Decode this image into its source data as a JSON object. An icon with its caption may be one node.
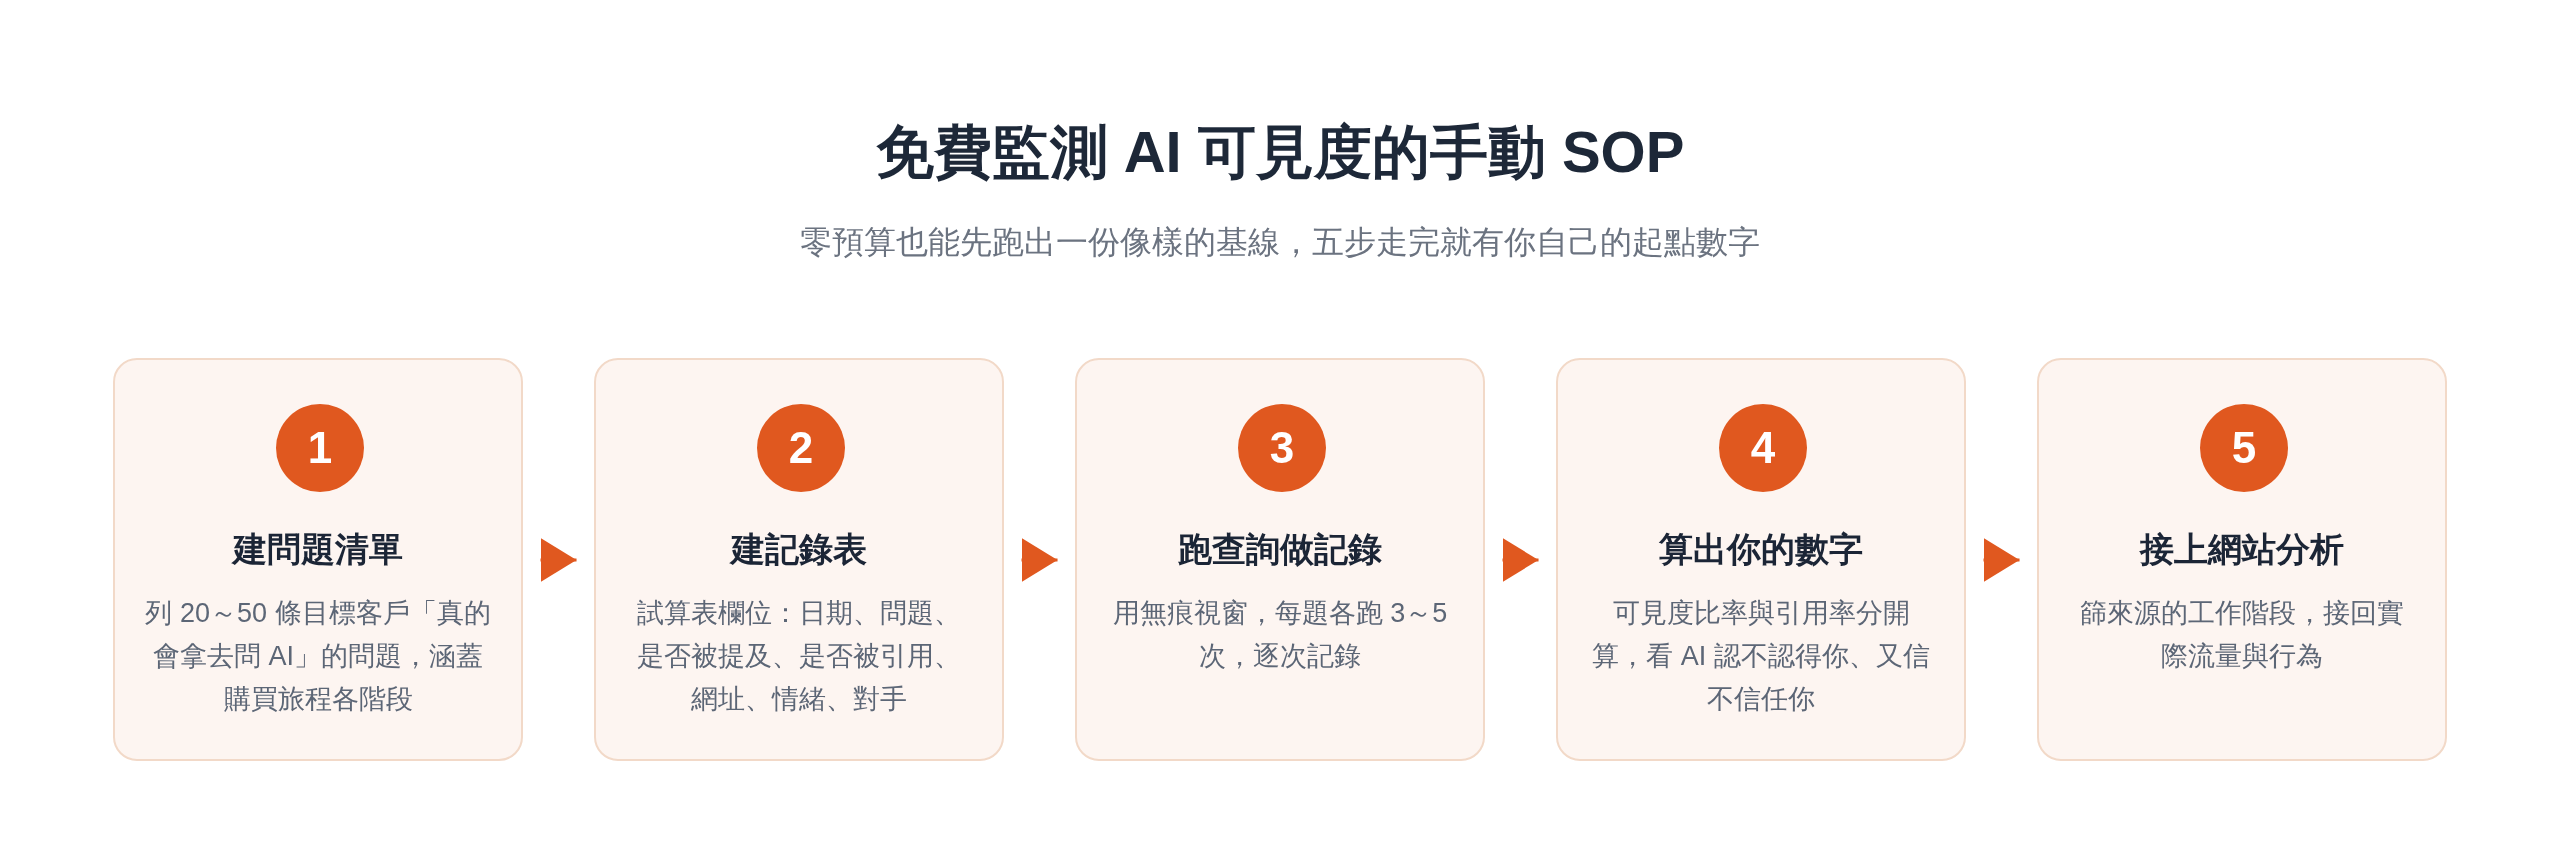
{
  "diagram": {
    "title": "免費監測 AI 可見度的手動 SOP",
    "nodes": [
      {
        "text": [
          "建問題清單",
          "列 20～50 條目標客戶「真的會拿去問 AI」的問題，涵蓋購買旅程各階段"
        ]
      },
      {
        "text": [
          "1"
        ],
        "in": 0
      },
      {
        "text": [
          "建記錄表",
          "試算表欄位：日期、問題、是否被提及、是否被引用、網址、情緒、對手"
        ]
      },
      {
        "text": [
          "2"
        ],
        "in": 2
      },
      {
        "text": [
          "跑查詢做記錄",
          "用無痕視窗，每題各跑 3～5 次，逐次記錄"
        ]
      },
      {
        "text": [
          "3"
        ],
        "in": 4
      },
      {
        "text": [
          "算出你的數字",
          "可見度比率與引用率分開算，看 AI 認不認得你、又信不信任你"
        ]
      },
      {
        "text": [
          "4"
        ],
        "in": 6
      },
      {
        "text": [
          "接上網站分析",
          "篩來源的工作階段，接回實際流量與行為"
        ]
      },
      {
        "text": [
          "5"
        ],
        "in": 8
      }
    ],
    "edges": [
      {
        "from": 0,
        "to": 2,
        "arrow": "to"
      },
      {
        "from": 2,
        "to": 4,
        "arrow": "to"
      },
      {
        "from": 4,
        "to": 6,
        "arrow": "to"
      },
      {
        "from": 6,
        "to": 8,
        "arrow": "to"
      }
    ],
    "labels": [
      "零預算也能先跑出一份像樣的基線，五步走完就有你自己的起點數字"
    ]
  }
}
